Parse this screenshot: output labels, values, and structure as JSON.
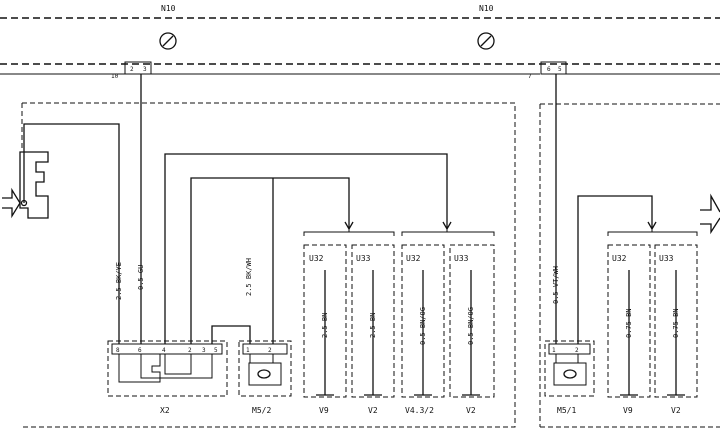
{
  "bus": {
    "left_label": "N10",
    "right_label": "N10"
  },
  "connectors": {
    "left": {
      "index": "10",
      "pins": [
        "2",
        "3"
      ]
    },
    "right": {
      "index": "7",
      "pins": [
        "6",
        "5"
      ]
    }
  },
  "wires": {
    "w1": "2.5 BK/YE",
    "w2": "0.5 GU",
    "w3": "2.5 BK/WH",
    "w4": "0.5 VT/WH"
  },
  "components": [
    {
      "id": "X2",
      "pins": [
        "8",
        "6",
        "4",
        "2",
        "3",
        "5"
      ]
    },
    {
      "id": "M5/2",
      "pins": [
        "1",
        "2"
      ]
    },
    {
      "id": "M5/1",
      "pins": [
        "1",
        "2"
      ]
    }
  ],
  "variants": [
    {
      "top": "U32",
      "wire": "2.5 BN",
      "bottom": "V9"
    },
    {
      "top": "U33",
      "wire": "2.5 BN",
      "bottom": "V2"
    },
    {
      "top": "U32",
      "wire": "0.5 BN/OG",
      "bottom": "V4.3/2"
    },
    {
      "top": "U33",
      "wire": "0.5 BN/OG",
      "bottom": "V2"
    },
    {
      "top": "U32",
      "wire": "0.75 BN",
      "bottom": "V9"
    },
    {
      "top": "U33",
      "wire": "0.75 BN",
      "bottom": "V2"
    }
  ]
}
